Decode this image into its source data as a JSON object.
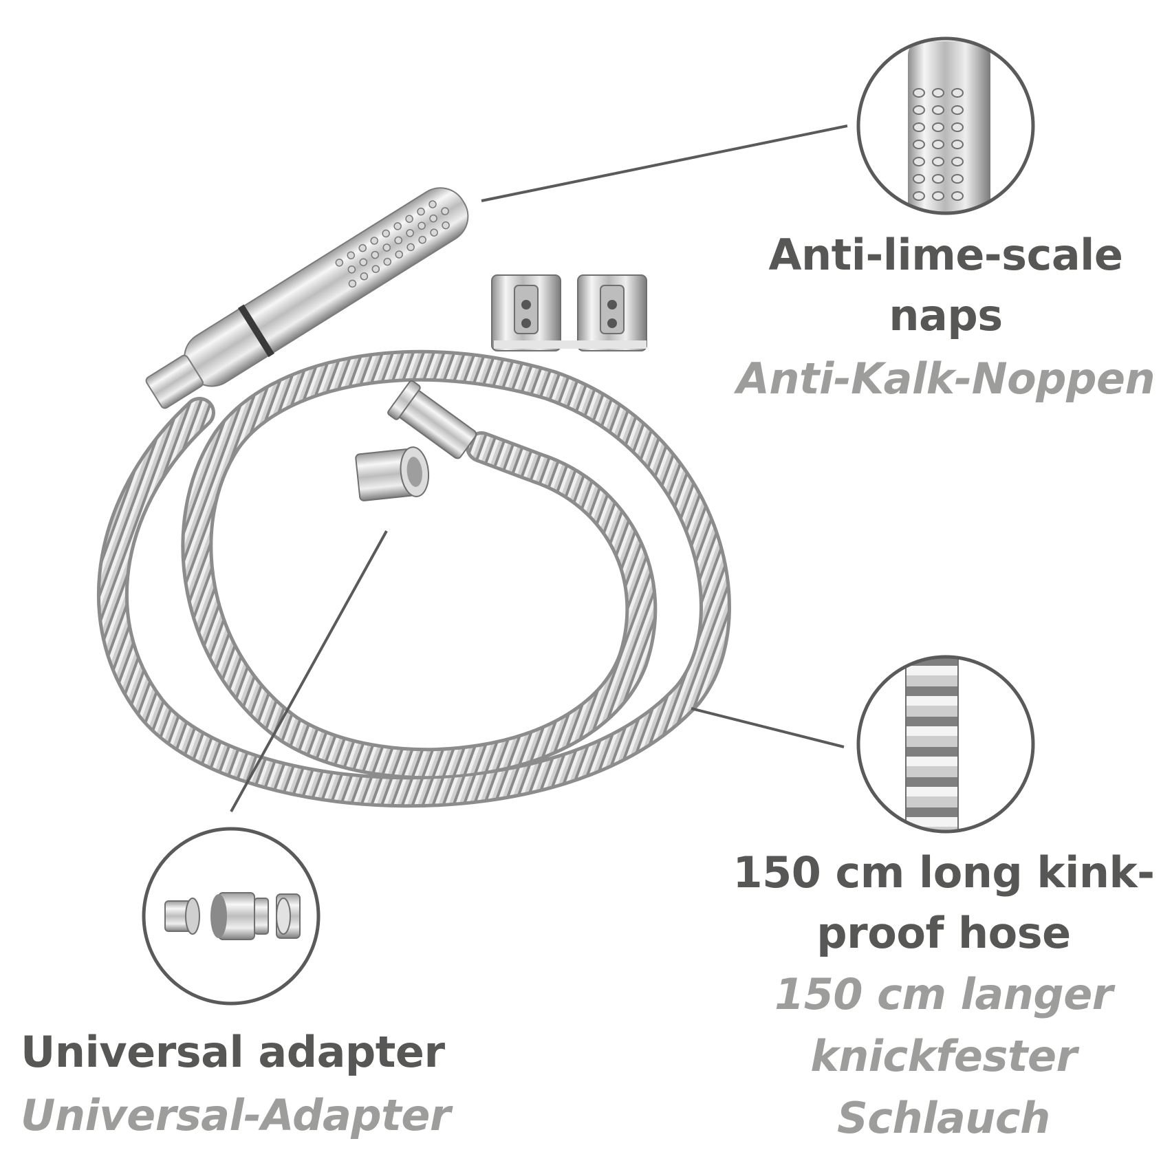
{
  "colors": {
    "background": "#ffffff",
    "english_text": "#575756",
    "german_text": "#9d9d9c",
    "callout_line": "#5a5a5a",
    "chrome_light": "#f2f2f2",
    "chrome_mid": "#c9c9c9",
    "chrome_dark": "#6f6f6f"
  },
  "product_parts": {
    "hand_shower": "hand-shower",
    "hose": "metal-hose",
    "wall_holders": "wall-bracket-pair",
    "adapter": "adapter"
  },
  "callouts": {
    "naps": {
      "title_line1": "Anti-lime-scale",
      "title_line2": "naps",
      "subtitle": "Anti-Kalk-Noppen",
      "icon": "shower-head-closeup"
    },
    "hose": {
      "title_line1": "150 cm long kink-",
      "title_line2": "proof hose",
      "subtitle_line1": "150 cm langer",
      "subtitle_line2": "knickfester",
      "subtitle_line3": "Schlauch",
      "icon": "hose-closeup"
    },
    "adapter": {
      "title": "Universal adapter",
      "subtitle": "Universal-Adapter",
      "icon": "adapter-set-closeup"
    }
  }
}
